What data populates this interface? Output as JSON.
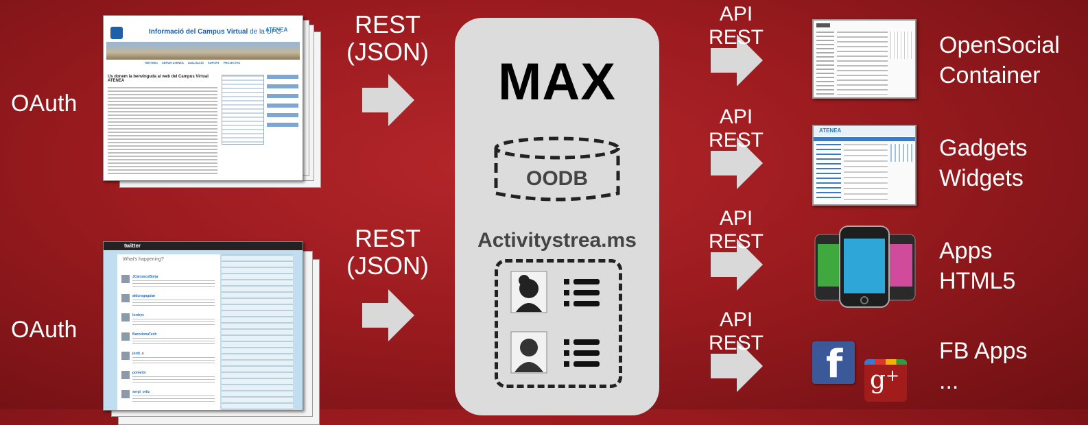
{
  "left": {
    "auth_label_1": "OAuth",
    "auth_label_2": "OAuth",
    "rest_1": "REST",
    "rest_1b": "(JSON)",
    "rest_2": "REST",
    "rest_2b": "(JSON)",
    "campus_screenshot": {
      "title_a": "Informació del Campus Virtual",
      "title_b": " de la UPC",
      "nav": [
        "HISTÒRIC",
        "SERVEI ATENEA",
        "AVALUACIÓ",
        "SUPORT",
        "PROJECTES"
      ],
      "welcome": "Us donem la benvinguda al web del Campus Virtual ATENEA",
      "logo": "ATENEA"
    },
    "twitter_screenshot": {
      "brand": "twitter",
      "prompt": "What's happening?",
      "tweet_authors": [
        "JCarrascoBorja",
        "aldurogaguiar",
        "lordrye",
        "BarcelonaTech",
        "jordi_o",
        "pomelot",
        "sergi_ortiz"
      ]
    }
  },
  "center": {
    "title": "MAX",
    "storage_label": "OODB",
    "stream_label": "Activitystrea.ms"
  },
  "right": {
    "api_rows": [
      {
        "api": "API",
        "rest": "REST"
      },
      {
        "api": "API",
        "rest": "REST"
      },
      {
        "api": "API",
        "rest": "REST"
      },
      {
        "api": "API",
        "rest": "REST"
      }
    ],
    "targets": [
      {
        "line1": "OpenSocial",
        "line2": "Container"
      },
      {
        "line1": "Gadgets",
        "line2": "Widgets"
      },
      {
        "line1": "Apps",
        "line2": "HTML5"
      },
      {
        "line1": "FB Apps",
        "line2": "..."
      }
    ],
    "gadget_logo": "ATENEA"
  },
  "colors": {
    "background": "#9b1b1f",
    "panel": "#dcdcdc",
    "arrow": "#d9d9d9",
    "facebook": "#3b5998"
  }
}
